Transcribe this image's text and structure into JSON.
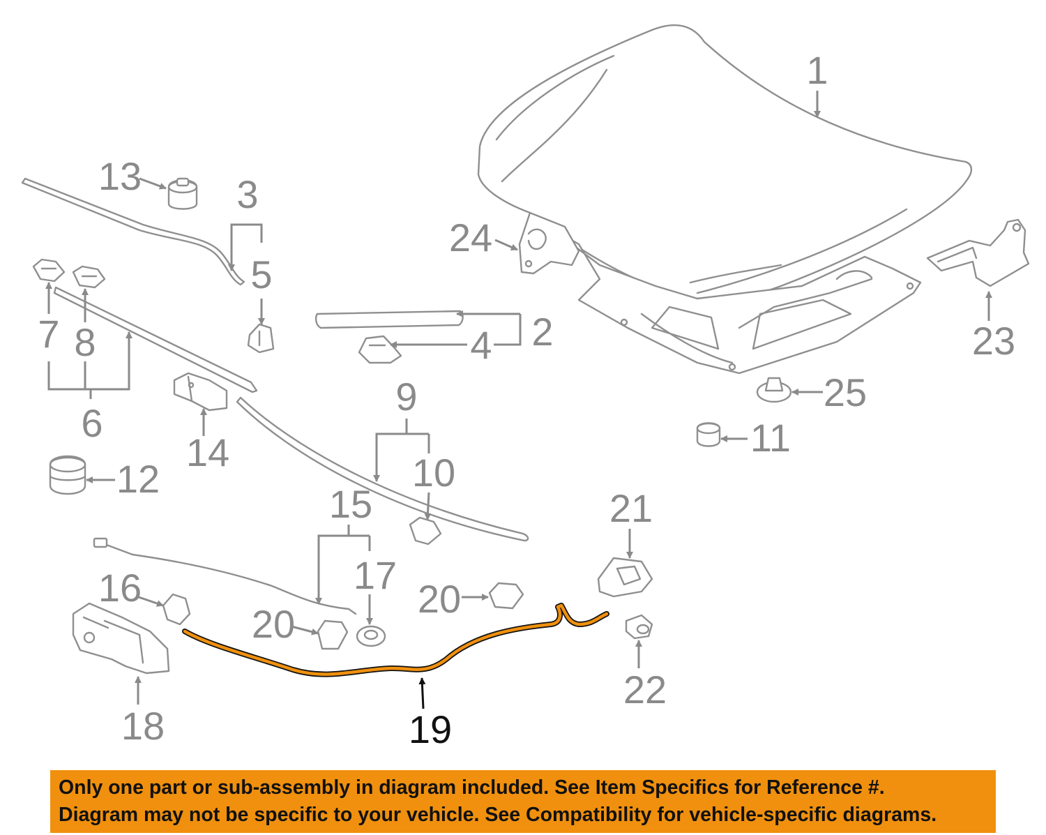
{
  "callouts": [
    "1",
    "2",
    "3",
    "4",
    "5",
    "6",
    "7",
    "8",
    "9",
    "10",
    "11",
    "12",
    "13",
    "14",
    "15",
    "16",
    "17",
    "18",
    "19",
    "20",
    "20",
    "21",
    "22",
    "23",
    "24",
    "25"
  ],
  "highlighted_part": "19",
  "colors": {
    "highlight_part": "#f0900e",
    "banner_bg": "#f0900e",
    "callout_text": "#8a8a8a",
    "highlight_text": "#111111"
  },
  "banner": {
    "line1": "Only one part or sub-assembly in diagram included. See Item Specifics for Reference #.",
    "line2": "Diagram may not be specific to your vehicle. See Compatibility for vehicle-specific diagrams."
  }
}
